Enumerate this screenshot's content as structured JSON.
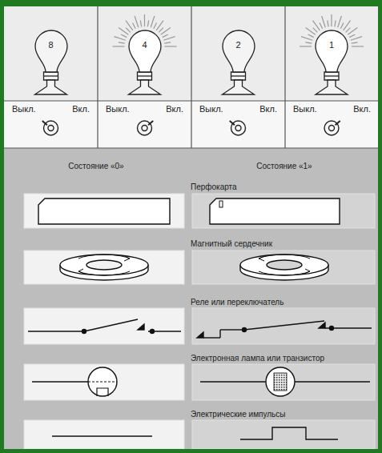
{
  "diagram": {
    "nodes": [
      {
        "text": [
          "8"
        ]
      },
      {
        "text": [
          "4"
        ]
      },
      {
        "text": [
          "2"
        ]
      },
      {
        "text": [
          "1"
        ]
      }
    ],
    "labels": [
      "Выкл.",
      "Вкл.",
      "Выкл.",
      "Вкл.",
      "Выкл.",
      "Вкл.",
      "Выкл.",
      "Вкл.",
      "Состояние «0»",
      "Состояние «1»",
      "Перфокарта",
      "Магнитный сердечник",
      "Реле или переключатель",
      "Электронная лампа или транзистор",
      "Электрические импульсы"
    ]
  }
}
